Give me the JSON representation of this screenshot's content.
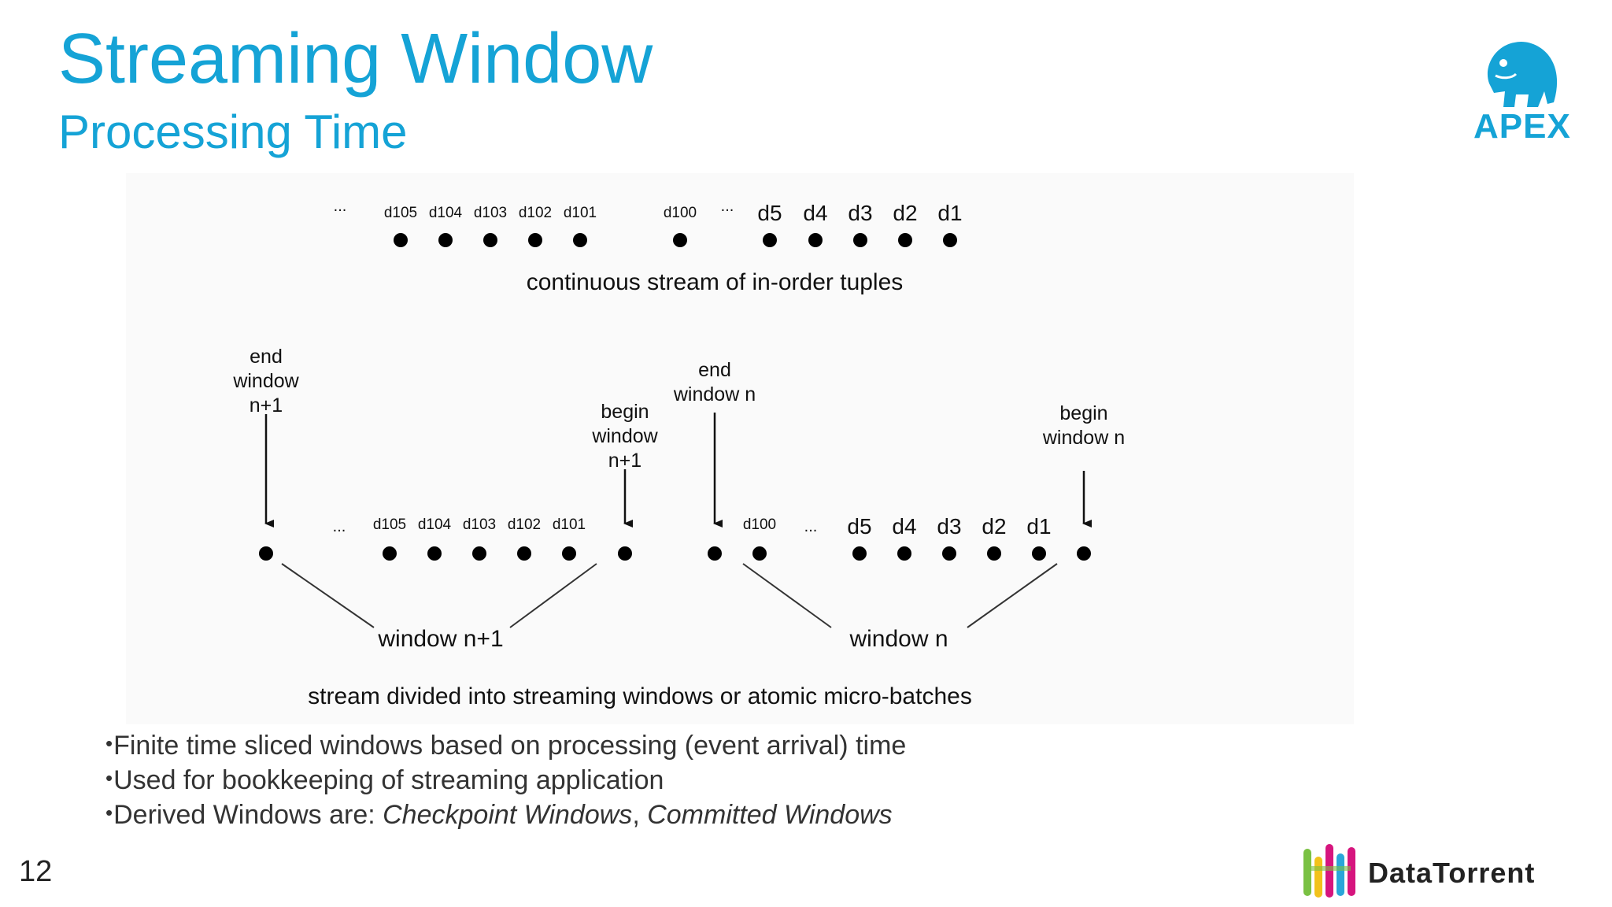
{
  "slide": {
    "title": "Streaming Window",
    "subtitle": "Processing Time",
    "page_number": "12"
  },
  "diagram": {
    "top_row": {
      "labels": [
        "...",
        "d105",
        "d104",
        "d103",
        "d102",
        "d101",
        "d100",
        "...",
        "d5",
        "d4",
        "d3",
        "d2",
        "d1"
      ],
      "caption": "continuous stream of in-order tuples"
    },
    "bottom_row": {
      "labels": [
        "...",
        "d105",
        "d104",
        "d103",
        "d102",
        "d101",
        "d100",
        "...",
        "d5",
        "d4",
        "d3",
        "d2",
        "d1"
      ],
      "markers": [
        {
          "text": [
            "end",
            "window",
            "n+1"
          ]
        },
        {
          "text": [
            "begin",
            "window",
            "n+1"
          ]
        },
        {
          "text": [
            "end",
            "window n"
          ]
        },
        {
          "text": [
            "begin",
            "window n"
          ]
        }
      ],
      "windows": [
        "window n+1",
        "window n"
      ],
      "caption": "stream divided into streaming windows or atomic micro-batches"
    }
  },
  "bullets": [
    "Finite time sliced windows based on processing (event arrival) time",
    "Used for bookkeeping of streaming application"
  ],
  "bullet3": {
    "prefix": "Derived Windows are: ",
    "item1": "Checkpoint Windows",
    "sep": ", ",
    "item2": "Committed Windows"
  },
  "logos": {
    "apex": "APEX",
    "datatorrent": "DataTorrent"
  },
  "colors": {
    "accent": "#15a3d6",
    "dt_green": "#7ac143",
    "dt_magenta": "#d6157e",
    "dt_yellow": "#f2c21b",
    "dt_blue": "#2aa6d9"
  }
}
